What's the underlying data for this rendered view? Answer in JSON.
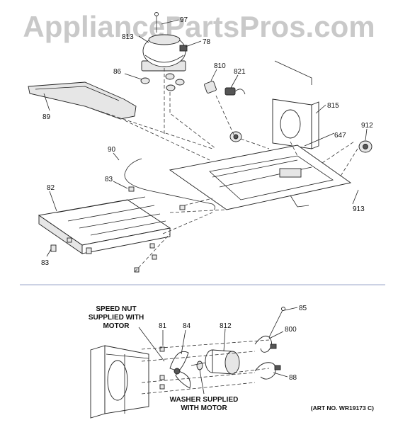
{
  "watermark": "AppliancePartsPros.com",
  "callouts_top": {
    "c97": "97",
    "c813": "813",
    "c78": "78",
    "c86": "86",
    "c810": "810",
    "c821": "821",
    "c89": "89",
    "c815": "815",
    "c647": "647",
    "c912": "912",
    "c90": "90",
    "c83a": "83",
    "c82": "82",
    "c913": "913",
    "c83b": "83"
  },
  "callouts_bottom": {
    "c85": "85",
    "c81": "81",
    "c84": "84",
    "c812": "812",
    "c800": "800",
    "c88": "88"
  },
  "notes": {
    "speed_nut_1": "SPEED NUT",
    "speed_nut_2": "SUPPLIED WITH",
    "speed_nut_3": "MOTOR",
    "washer_1": "WASHER SUPPLIED",
    "washer_2": "WITH MOTOR",
    "art_no": "(ART NO. WR19173 C)"
  },
  "colors": {
    "divider": "#9aa6c8",
    "watermark": "#c9c9c9"
  }
}
